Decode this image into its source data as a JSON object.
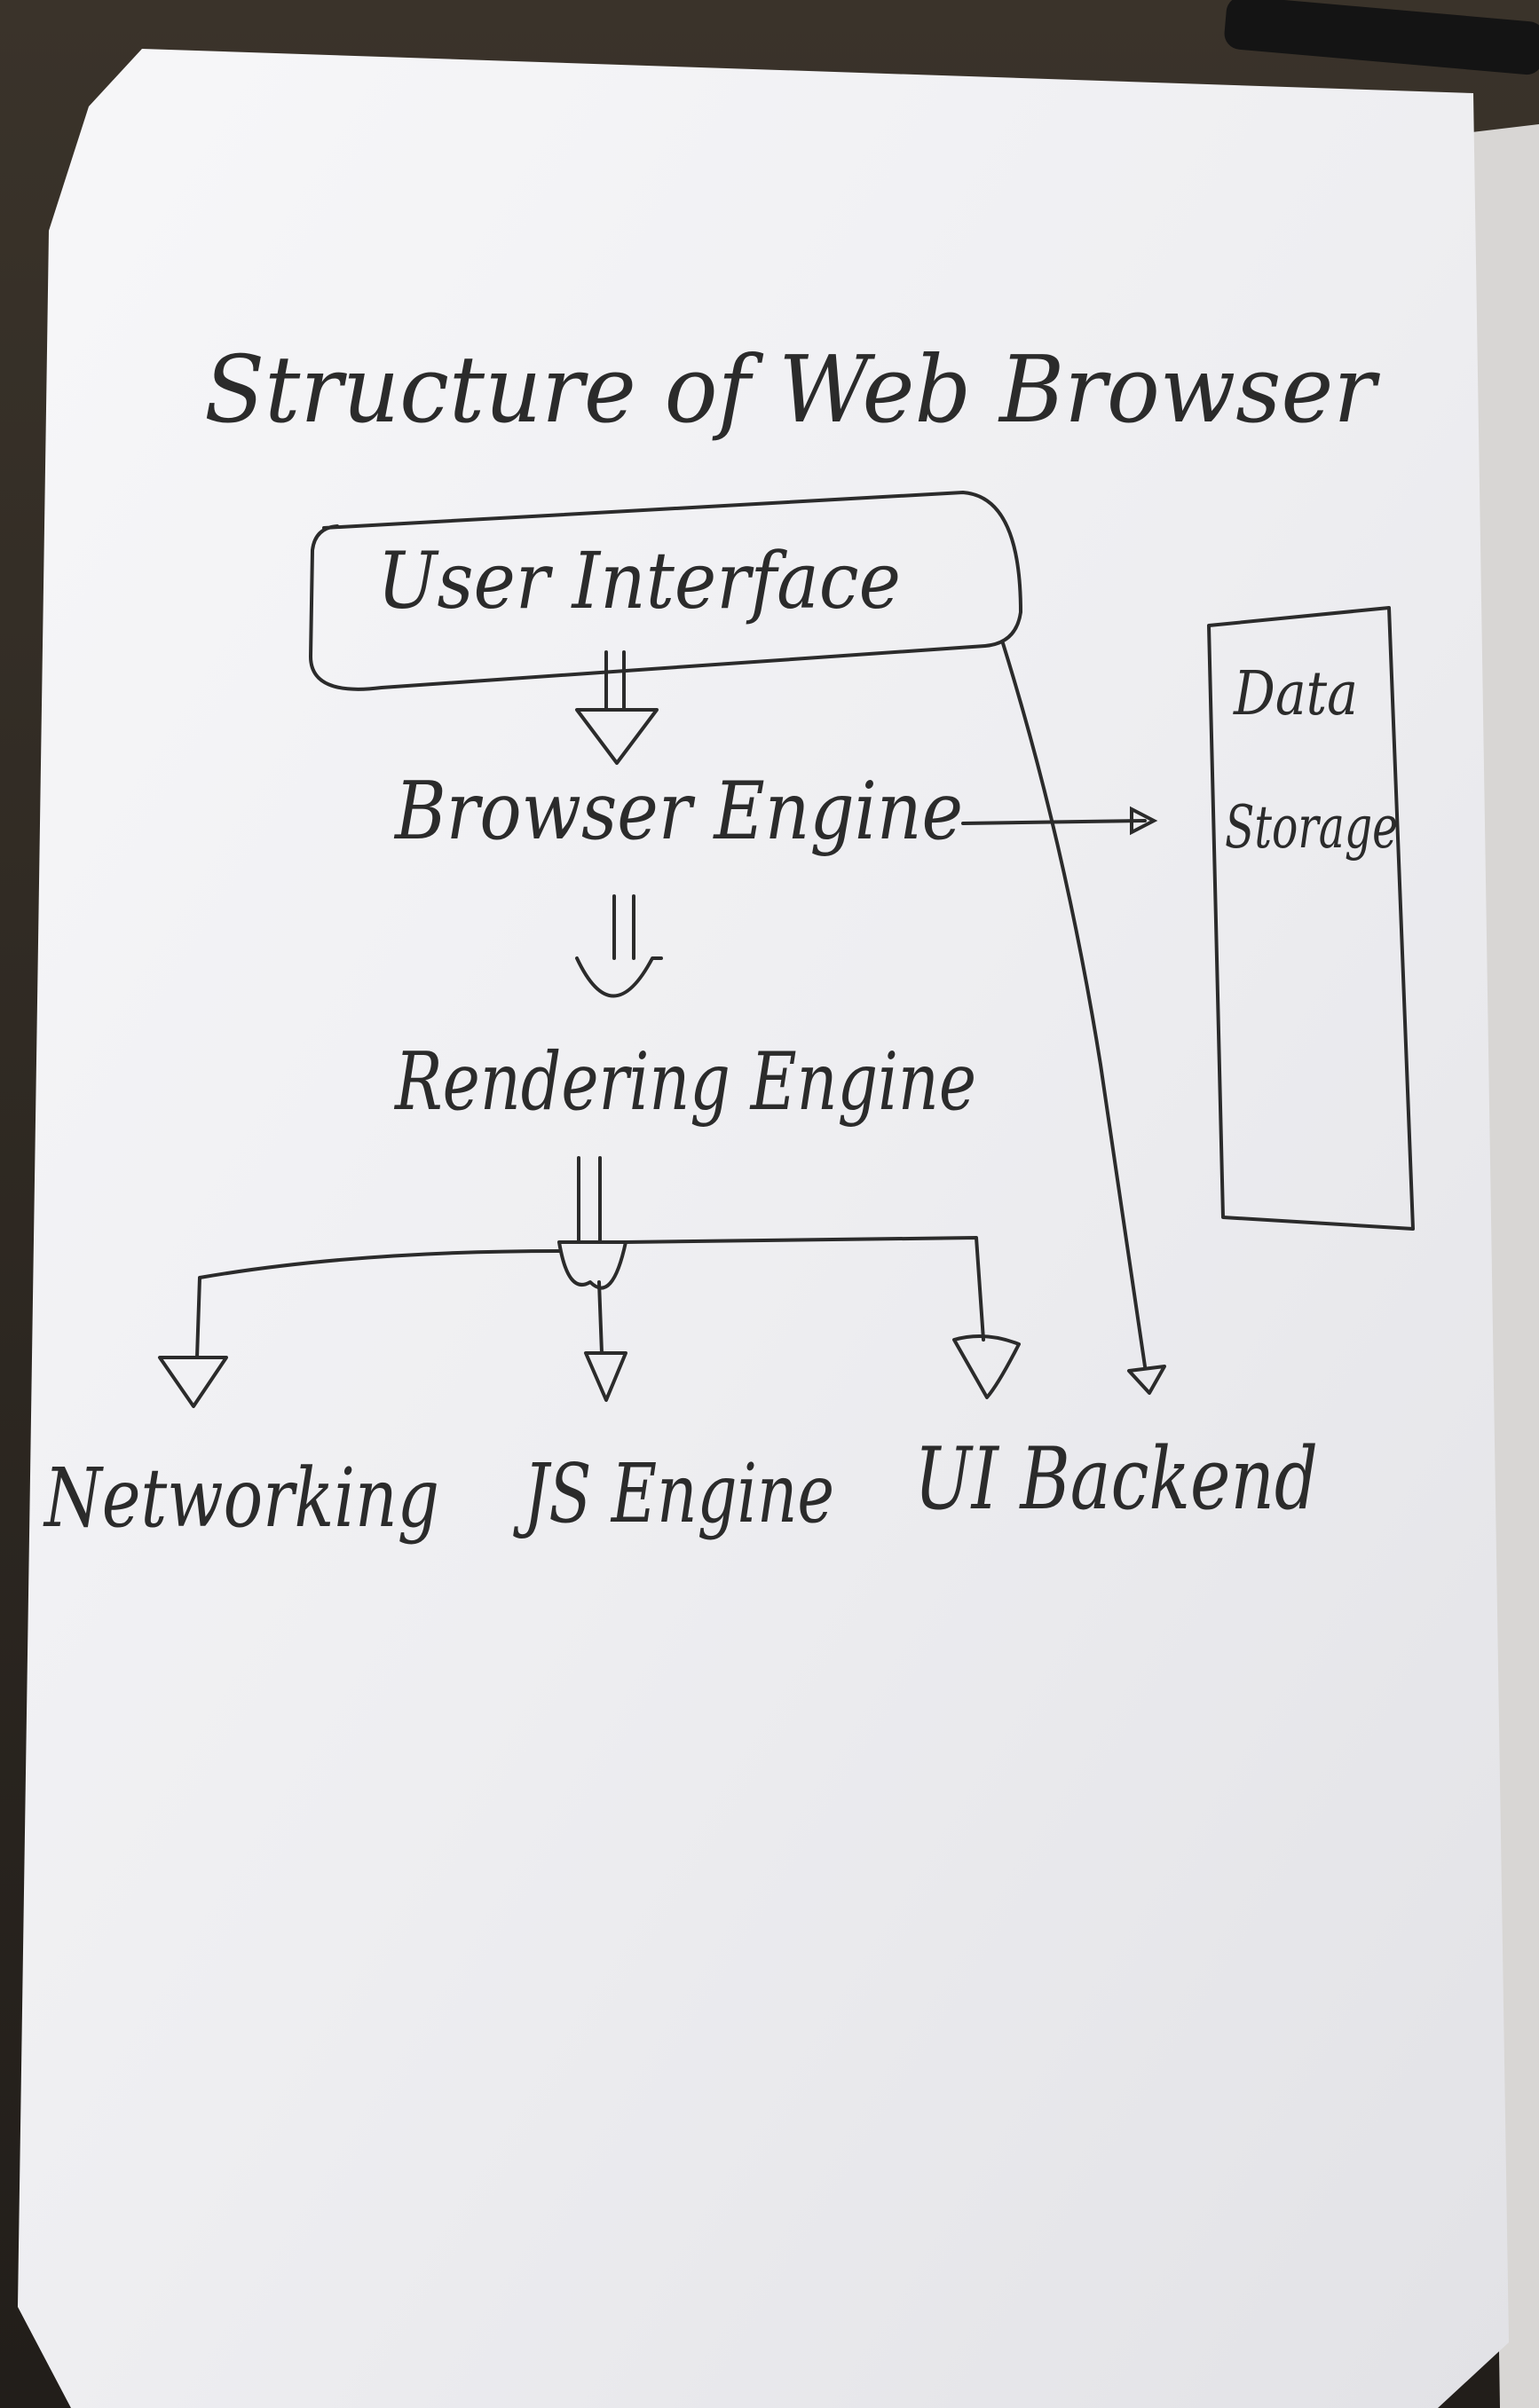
{
  "diagram": {
    "title": "Structure of Web Browser",
    "nodes": {
      "user_interface": "User Interface",
      "browser_engine": "Browser Engine",
      "data_storage_line1": "Data",
      "data_storage_line2": "Storage",
      "rendering_engine": "Rendering Engine",
      "networking": "Networking",
      "js_engine": "JS Engine",
      "ui_backend": "UI Backend"
    }
  },
  "colors": {
    "ink": "#2b2b2b",
    "paper": "#f1f1f3",
    "background": "#2a2620"
  }
}
